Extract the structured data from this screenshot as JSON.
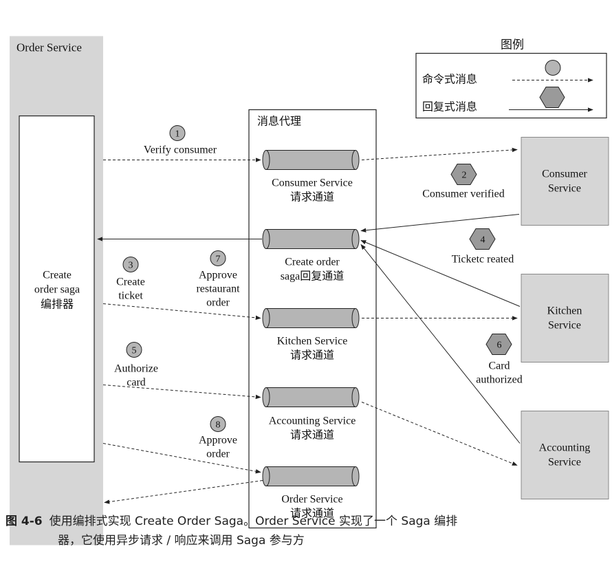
{
  "order_service": {
    "title": "Order Service",
    "orchestrator": [
      "Create",
      "order saga",
      "编排器"
    ]
  },
  "broker": {
    "title": "消息代理"
  },
  "channels": [
    {
      "name": "Consumer Service",
      "sub": "请求通道"
    },
    {
      "name": "Create order",
      "sub": "saga回复通道"
    },
    {
      "name": "Kitchen Service",
      "sub": "请求通道"
    },
    {
      "name": "Accounting Service",
      "sub": "请求通道"
    },
    {
      "name": "Order Service",
      "sub": "请求通道"
    }
  ],
  "services": [
    {
      "lines": [
        "Consumer",
        "Service"
      ]
    },
    {
      "lines": [
        "Kitchen",
        "Service"
      ]
    },
    {
      "lines": [
        "Accounting",
        "Service"
      ]
    }
  ],
  "legend": {
    "title": "图例",
    "command": "命令式消息",
    "reply": "回复式消息"
  },
  "steps": [
    {
      "num": "1",
      "kind": "command",
      "lines": [
        "Verify consumer"
      ]
    },
    {
      "num": "2",
      "kind": "reply",
      "lines": [
        "Consumer verified"
      ]
    },
    {
      "num": "3",
      "kind": "command",
      "lines": [
        "Create",
        "ticket"
      ]
    },
    {
      "num": "4",
      "kind": "reply",
      "lines": [
        "Ticketc reated"
      ]
    },
    {
      "num": "5",
      "kind": "command",
      "lines": [
        "Authorize",
        "card"
      ]
    },
    {
      "num": "6",
      "kind": "reply",
      "lines": [
        "Card",
        "authorized"
      ]
    },
    {
      "num": "7",
      "kind": "command",
      "lines": [
        "Approve",
        "restaurant",
        "order"
      ]
    },
    {
      "num": "8",
      "kind": "command",
      "lines": [
        "Approve",
        "order"
      ]
    }
  ],
  "caption": {
    "label": "图 4-6",
    "line1": "使用编排式实现 Create Order Saga。Order Service 实现了一个 Saga 编排",
    "line2": "器，它使用异步请求 / 响应来调用 Saga 参与方"
  },
  "colors": {
    "gray_fill": "#d6d6d6",
    "cylinder": "#b5b5b5",
    "line": "#222222"
  }
}
